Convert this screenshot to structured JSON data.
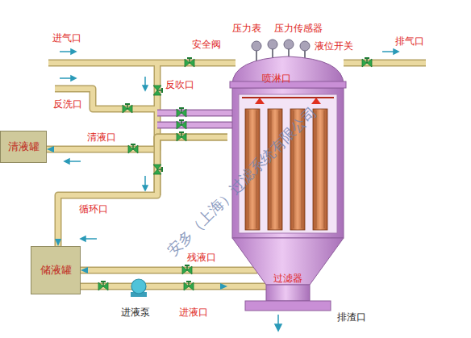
{
  "diagram": {
    "nodes": [
      {
        "text": [
          "过滤器"
        ]
      },
      {
        "text": [
          "清液罐"
        ]
      },
      {
        "text": [
          "储液罐"
        ]
      }
    ],
    "edges": [
      {
        "from": 0,
        "to": 1,
        "arrow": "to"
      },
      {
        "from": 0,
        "to": 2,
        "arrow": "to"
      },
      {
        "from": 0,
        "to": 2,
        "arrow": "to"
      },
      {
        "from": 2,
        "to": 0,
        "arrow": "to"
      }
    ],
    "labels": [
      "进气口",
      "压力表",
      "压力传感器",
      "安全阀",
      "液位开关",
      "排气口",
      "喷淋口",
      "反吹口",
      "反洗口",
      "清液口",
      "循环口",
      "残液口",
      "进液泵",
      "进液口",
      "排渣口",
      "安多（上海）过滤系统有限公司"
    ]
  }
}
